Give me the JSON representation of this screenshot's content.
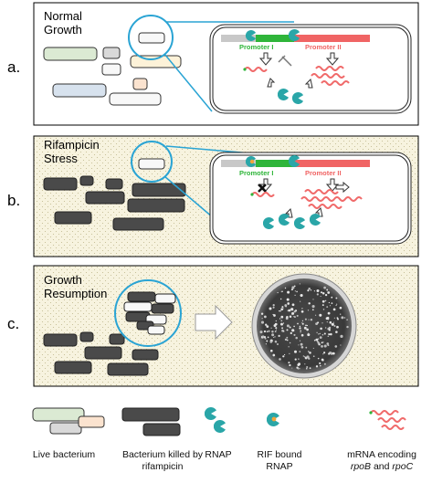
{
  "rows": [
    {
      "label": "a.",
      "title": [
        "Normal",
        "Growth"
      ],
      "promoter1": "Promoter I",
      "promoter2": "Promoter II"
    },
    {
      "label": "b.",
      "title": [
        "Rifampicin",
        "Stress"
      ],
      "promoter1": "Promoter I",
      "promoter2": "Promoter II"
    },
    {
      "label": "c.",
      "title": [
        "Growth",
        "Resumption"
      ]
    }
  ],
  "legend": {
    "live": "Live bacterium",
    "killed": [
      "Bacterium killed by",
      "rifampicin"
    ],
    "rnap": "RNAP",
    "rif": [
      "RIF bound",
      "RNAP"
    ],
    "mrna": {
      "prefix": "mRNA encoding",
      "gene1": "rpoB",
      "mid": " and ",
      "gene2": "rpoC"
    }
  },
  "colors": {
    "rnap": "#2aa6a8",
    "rif": "#f0a53c",
    "mrna": "#f06a6a",
    "promoter1": "#2fb53a",
    "promoter2": "#f06464",
    "gene_gray": "#c8c8c8",
    "lens": "#2aa4d4",
    "stress_bg": "#f7f3df",
    "live_green": "#dbead3",
    "live_gray": "#d9d9d9",
    "live_peach": "#fbe3cf",
    "live_blue": "#d7e2ee",
    "live_yellow": "#fdf2d8",
    "live_white": "#f8f8f8",
    "dead": "#4a4a4a"
  }
}
